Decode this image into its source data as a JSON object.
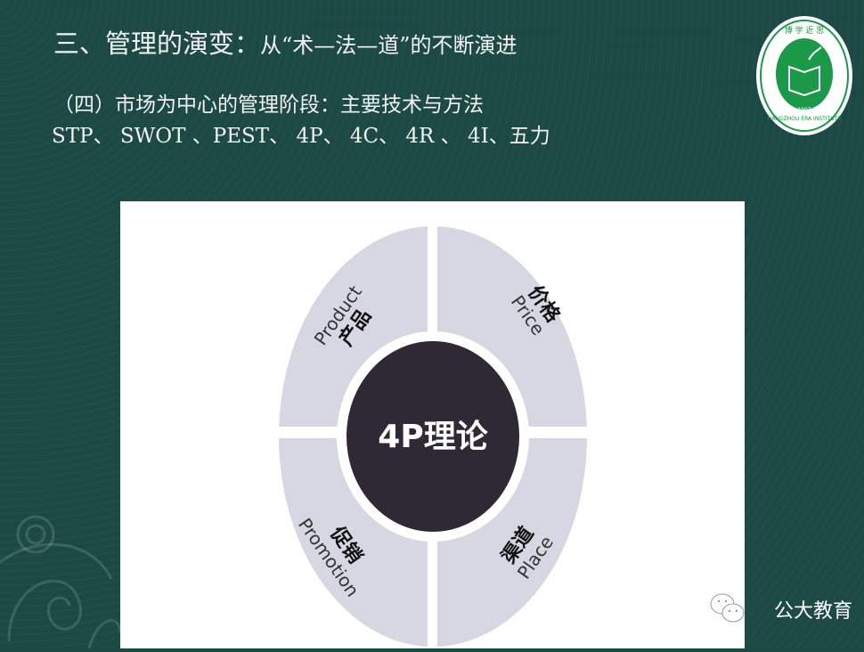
{
  "slide": {
    "title_main": "三、管理的演变：",
    "title_rest": "从“术—法—道”的不断演进",
    "subtitle": "（四）市场为中心的管理阶段：主要技术与方法",
    "methods": "STP、 SWOT 、PEST、 4P、 4C、 4R 、 4I、五力"
  },
  "logo": {
    "top_text": "博 学 近 思",
    "bottom_text": "HANGZHOU ERA INSTITUTE",
    "year": "1997"
  },
  "diagram": {
    "center": "4P理论",
    "quadrants": [
      {
        "en": "Product",
        "zh": "产品"
      },
      {
        "en": "Price",
        "zh": "价格"
      },
      {
        "en": "Promotion",
        "zh": "促销"
      },
      {
        "en": "Place",
        "zh": "渠道"
      }
    ],
    "colors": {
      "outer": "#d7d6e3",
      "center": "#2d2a36",
      "background": "#1c4944",
      "logo_green": "#1a9a48"
    }
  },
  "watermark": {
    "text": "公大教育",
    "icon": "wechat-icon"
  }
}
